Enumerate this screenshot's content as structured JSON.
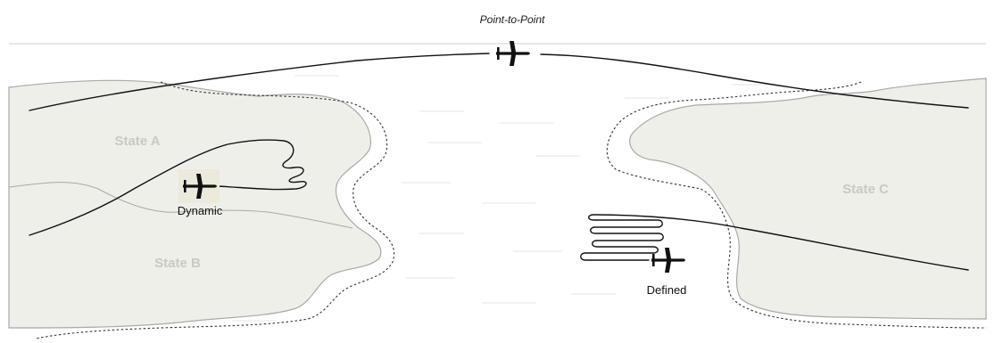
{
  "title": "Point-to-Point",
  "regions": {
    "state_a": "State A",
    "state_b": "State B",
    "state_c": "State C"
  },
  "operations": {
    "dynamic": "Dynamic",
    "defined": "Defined"
  },
  "colors": {
    "land_fill": "#efefea",
    "land_outline": "#a9a9a5",
    "flight_path": "#111111",
    "boundary_dash": "#333333"
  },
  "icons": [
    "aircraft-icon",
    "aircraft-icon",
    "aircraft-icon"
  ]
}
